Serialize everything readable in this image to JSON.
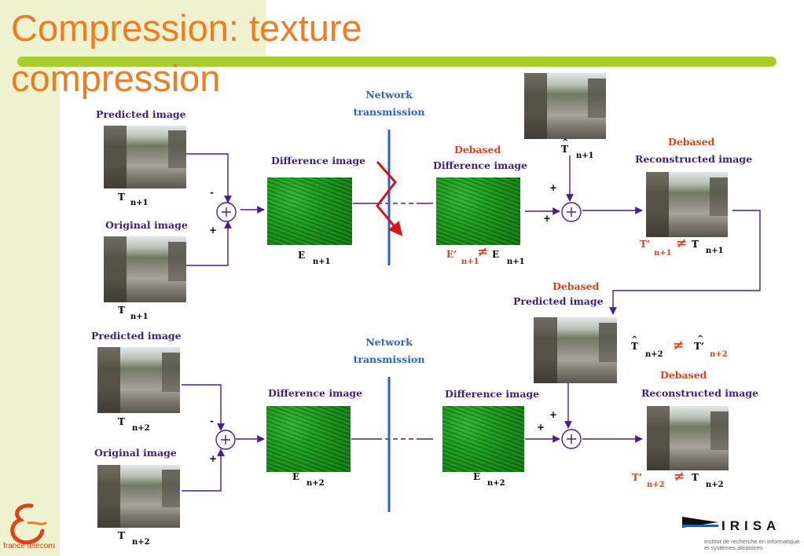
{
  "slide": {
    "title": "Compression: texture compression"
  },
  "top_row": {
    "predicted_label": "Predicted image",
    "predicted_var": "T",
    "predicted_sub": "n+1",
    "original_label": "Original image",
    "original_var": "T",
    "original_sub": "n+1",
    "minus_sign": "-",
    "plus_sign": "+",
    "difference_label": "Difference image",
    "difference_var": "E",
    "difference_sub": "n+1",
    "network_line1": "Network",
    "network_line2": "transmission",
    "debased_label": "Debased",
    "debased_diff_label": "Difference image",
    "debased_var": "E’",
    "debased_sub": "n+1",
    "neq": "≠",
    "e_var": "E",
    "e_sub": "n+1",
    "t_hat_var": "T",
    "t_hat_mark": "^",
    "t_hat_sub": "n+1",
    "sum_plus_top": "+",
    "sum_plus_left": "+",
    "recon_debased_label": "Debased",
    "recon_label": "Reconstructed image",
    "recon_var": "T’",
    "recon_sub": "n+1",
    "recon_neq": "≠",
    "recon_t_var": "T",
    "recon_t_sub": "n+1"
  },
  "bottom_row": {
    "predicted_label": "Predicted image",
    "predicted_var": "T",
    "predicted_sub": "n+2",
    "original_label": "Original image",
    "original_var": "T",
    "original_sub": "n+2",
    "minus_sign": "-",
    "plus_sign": "+",
    "difference_label": "Difference image",
    "difference_var": "E",
    "difference_sub": "n+2",
    "network_line1": "Network",
    "network_line2": "transmission",
    "difference2_label": "Difference image",
    "difference2_var": "E",
    "difference2_sub": "n+2",
    "debased_pred_label": "Debased",
    "debased_pred_label2": "Predicted image",
    "t_hat_var": "T",
    "t_hat_mark": "^",
    "t_hat_sub": "n+2",
    "neq": "≠",
    "t_hat2_var": "T’",
    "t_hat2_mark": "^",
    "t_hat2_sub": "n+2",
    "sum_plus_top": "+",
    "sum_plus_left": "+",
    "recon_debased_label": "Debased",
    "recon_label": "Reconstructed image",
    "recon_var": "T’",
    "recon_sub": "n+2",
    "recon_neq": "≠",
    "recon_t_var": "T",
    "recon_t_sub": "n+2"
  },
  "logos": {
    "france_telecom": "france telecom",
    "irisa": "IRISA",
    "irisa_sub_line1": "institut de recherche en informatique",
    "irisa_sub_line2": "et systèmes aléatoires"
  },
  "colors": {
    "title": "#f07c22",
    "accent_bar": "#a8cc2c",
    "diagram_lines": "#4b1d8c",
    "network_line": "#2a62c8",
    "loss_arrow": "#e0101a"
  }
}
